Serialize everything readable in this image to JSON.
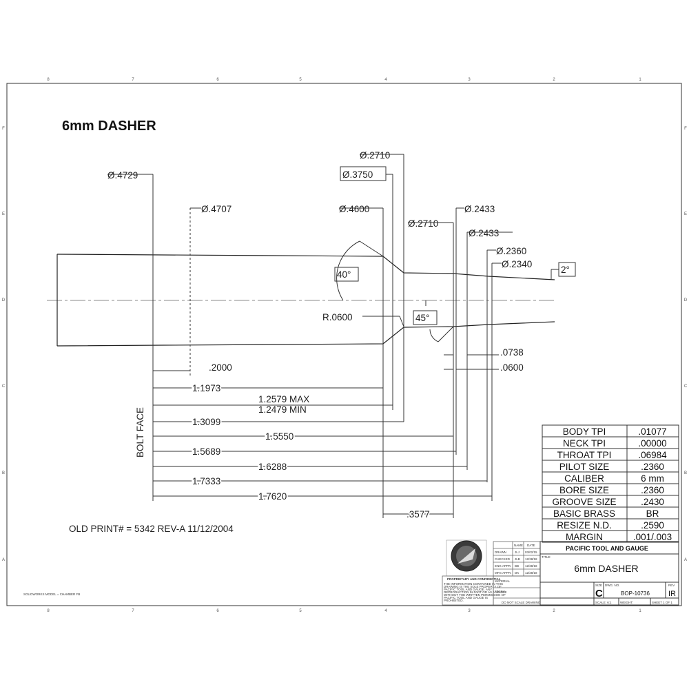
{
  "title": "6mm DASHER",
  "old_print": "OLD PRINT# = 5342 REV-A 11/12/2004",
  "model_note": "SOLIDWORKS MODEL = CHAMBER FB",
  "bolt_face": "BOLT FACE",
  "zone_cols": [
    "8",
    "7",
    "6",
    "5",
    "4",
    "3",
    "2",
    "1"
  ],
  "zone_rows": [
    "F",
    "E",
    "D",
    "C",
    "B",
    "A"
  ],
  "diameters": {
    "d1": "Ø.4729",
    "d2": "Ø.4707",
    "d3": "Ø.2710",
    "d4": "Ø.3750",
    "d5": "Ø.4600",
    "d6": "Ø.2710",
    "d7": "Ø.2433",
    "d8": "Ø.2433",
    "d9": "Ø.2360",
    "d10": "Ø.2340"
  },
  "angles": {
    "shoulder": "40°",
    "throat": "45°",
    "lead": "2°"
  },
  "radius": "R.0600",
  "lengths": {
    "l_2000": ".2000",
    "l_11973": "1.1973",
    "l_max": "1.2579 MAX",
    "l_min": "1.2479 MIN",
    "l_13099": "1.3099",
    "l_15550": "1.5550",
    "l_15689": "1.5689",
    "l_16288": "1.6288",
    "l_17333": "1.7333",
    "l_17620": "1.7620",
    "l_3577": ".3577",
    "l_0738": ".0738",
    "l_0600": ".0600"
  },
  "specs": [
    {
      "label": "BODY TPI",
      "value": ".01077"
    },
    {
      "label": "NECK TPI",
      "value": ".00000"
    },
    {
      "label": "THROAT TPI",
      "value": ".06984"
    },
    {
      "label": "PILOT SIZE",
      "value": ".2360"
    },
    {
      "label": "CALIBER",
      "value": "6 mm"
    },
    {
      "label": "BORE SIZE",
      "value": ".2360"
    },
    {
      "label": "GROOVE SIZE",
      "value": ".2430"
    },
    {
      "label": "BASIC BRASS",
      "value": "BR"
    },
    {
      "label": "RESIZE N.D.",
      "value": ".2590"
    },
    {
      "label": "MARGIN",
      "value": ".001/.003"
    }
  ],
  "title_block": {
    "company": "PACIFIC TOOL AND GAUGE",
    "title_label": "TITLE:",
    "part_title": "6mm DASHER",
    "size_label": "SIZE",
    "size": "C",
    "dwg_label": "DWG. NO.",
    "dwg_no": "BOP-10736",
    "rev_label": "REV",
    "rev": "IR",
    "scale": "SCALE: 6:1",
    "weight": "WEIGHT:",
    "sheet": "SHEET 1 OF 1",
    "name_hdr": "NAME",
    "date_hdr": "DATE",
    "rows": [
      {
        "role": "DRAWN",
        "name": "JLJ",
        "date": "03/02/15"
      },
      {
        "role": "CHECKED",
        "name": "JLB",
        "date": "12/28/18"
      },
      {
        "role": "ENG APPR.",
        "name": "BB",
        "date": "12/28/18"
      },
      {
        "role": "MFG APPR.",
        "name": "DK",
        "date": "12/28/18"
      }
    ],
    "material": "MATERIAL",
    "finish": "FINISH",
    "no_scale": "DO NOT SCALE DRAWING",
    "proprietary_title": "PROPRIETARY AND CONFIDENTIAL",
    "proprietary_lines": [
      "THE INFORMATION CONTAINED IN THIS",
      "DRAWING IS THE SOLE PROPERTY OF",
      "PACIFIC TOOL AND GAUGE. ANY",
      "REPRODUCTION IN PART OR AS A WHOLE",
      "WITHOUT THE WRITTEN PERMISSION OF",
      "PACIFIC TOOL AND GAUGE IS",
      "PROHIBITED."
    ]
  }
}
